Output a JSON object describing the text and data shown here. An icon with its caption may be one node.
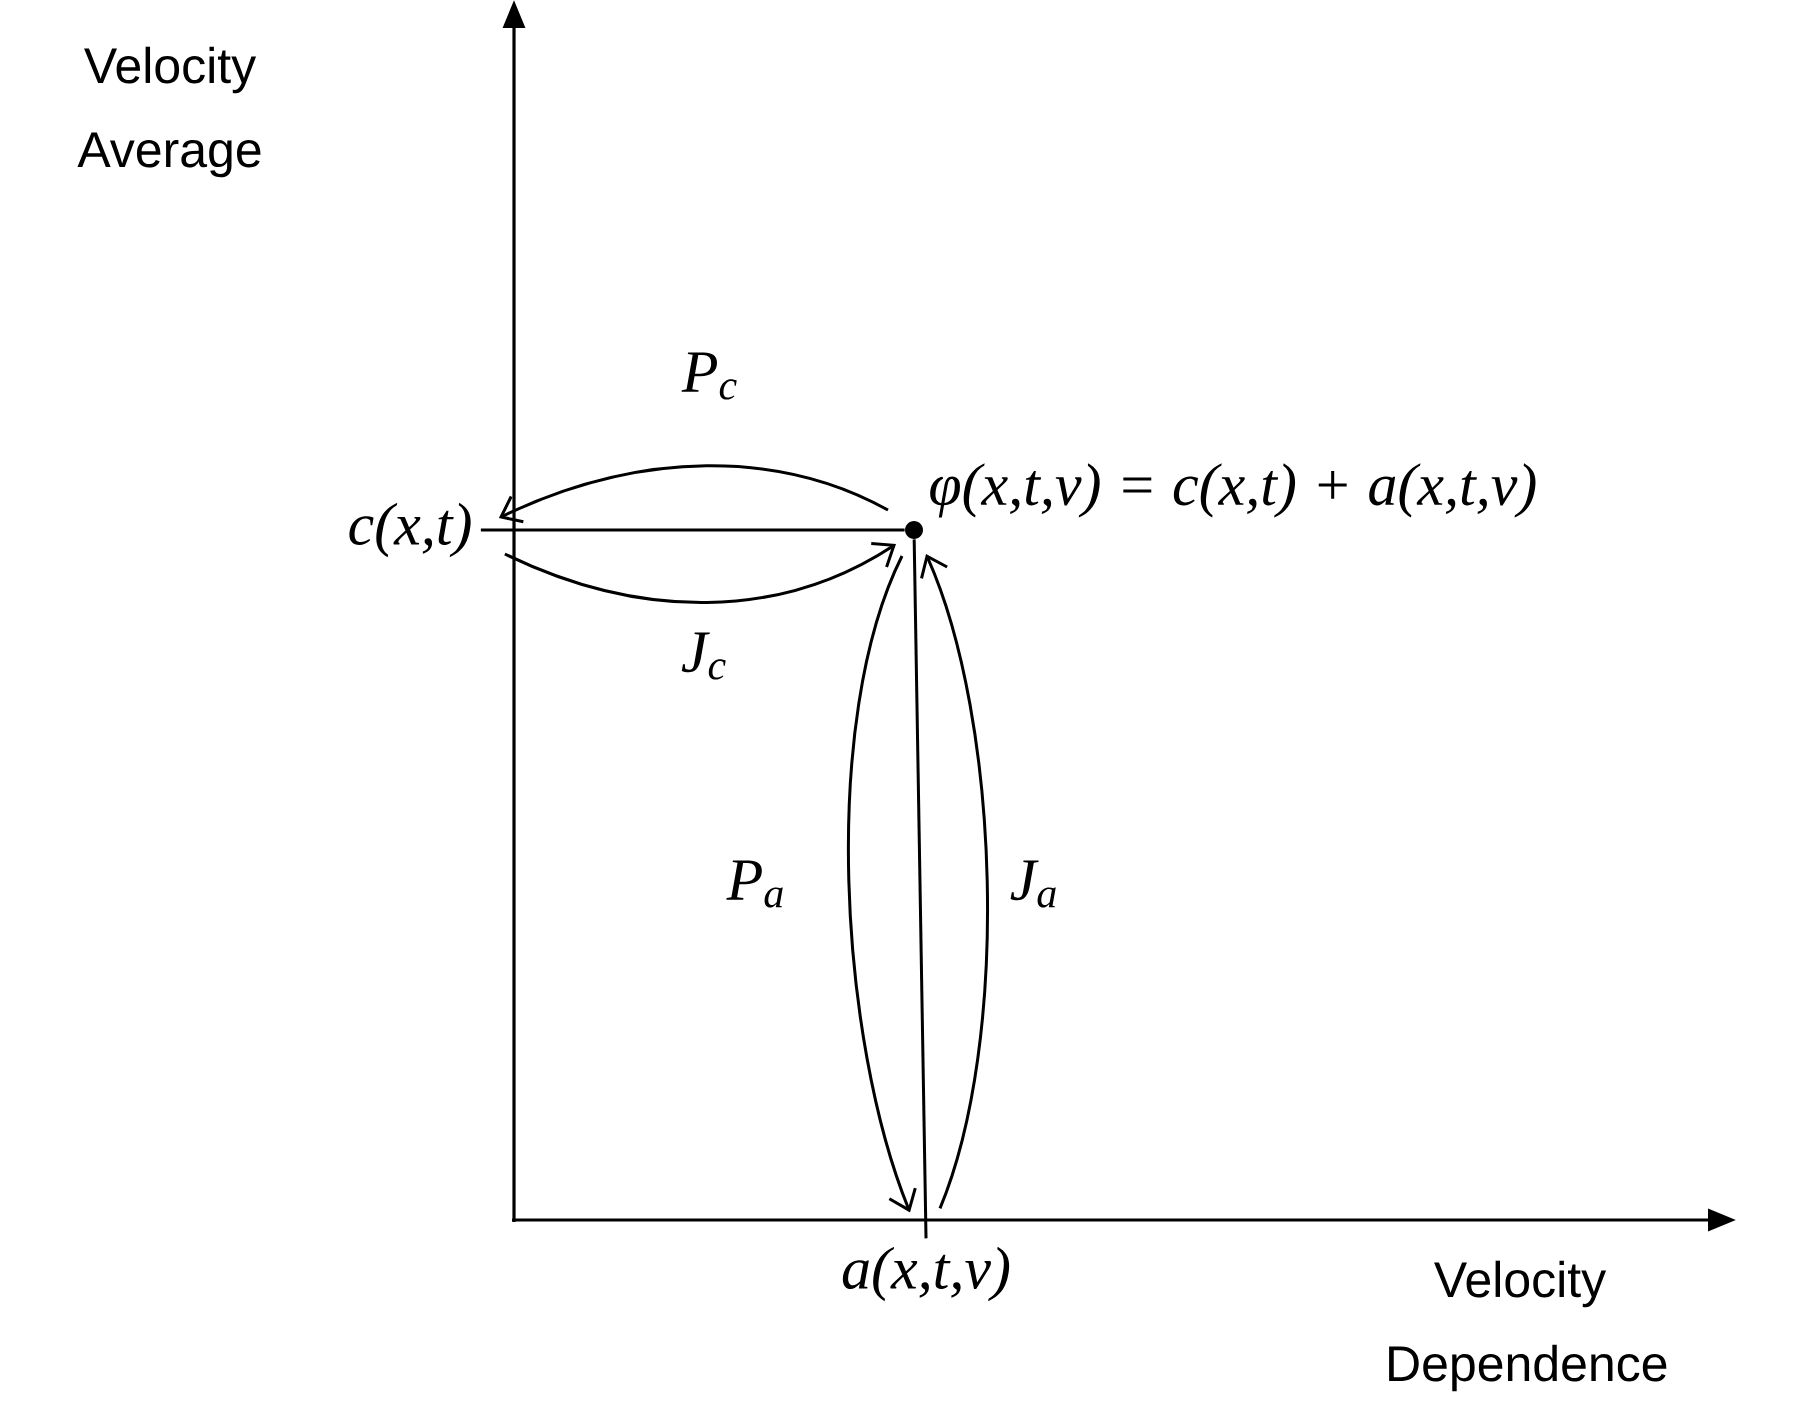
{
  "diagram": {
    "nodes": [
      {
        "text": [
          "c(x,t)"
        ]
      },
      {
        "text": [],
        "shape": "circle",
        "beside": [
          "φ(x,t,v) = c(x,t) + a(x,t,v)"
        ]
      },
      {
        "text": [
          "a(x,t,v)"
        ]
      }
    ],
    "edges": [
      {
        "from": 0,
        "to": 1,
        "arrow": "none"
      },
      {
        "from": 1,
        "to": 2,
        "arrow": "none"
      },
      {
        "from": 1,
        "to": 0,
        "arrow": "to",
        "label": "P$_{c}$"
      },
      {
        "from": 0,
        "to": 1,
        "arrow": "to",
        "label": "J$_{c}$"
      },
      {
        "from": 1,
        "to": 2,
        "arrow": "to",
        "label": "P$_{a}$"
      },
      {
        "from": 2,
        "to": 1,
        "arrow": "to",
        "label": "J$_{a}$"
      }
    ],
    "labels": [
      "Velocity Average",
      "Velocity Dependence"
    ]
  }
}
